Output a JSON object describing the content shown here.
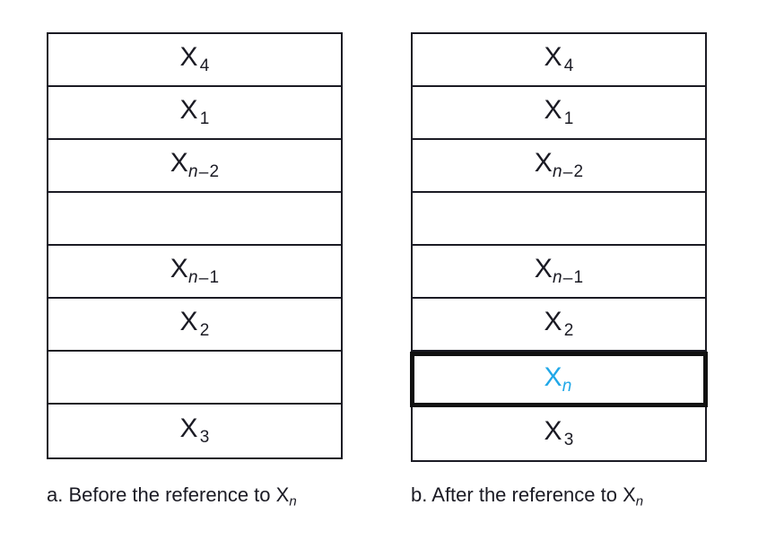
{
  "figure": {
    "title": "LRU memory page reference diagram",
    "background_color": "#ffffff",
    "line_color": "#1b1b24",
    "text_color": "#1b1b24",
    "accent_color": "#21a8e8",
    "highlight_border_color": "#111111"
  },
  "panels": [
    {
      "id": "a",
      "caption_prefix": "a.",
      "caption_text": "Before the reference to",
      "caption_symbol_base": "X",
      "caption_symbol_sub": "n",
      "rows": [
        {
          "base": "X",
          "sub_var": "",
          "sub_op": "",
          "sub_num": "4",
          "empty": false,
          "highlight": false
        },
        {
          "base": "X",
          "sub_var": "",
          "sub_op": "",
          "sub_num": "1",
          "empty": false,
          "highlight": false
        },
        {
          "base": "X",
          "sub_var": "n",
          "sub_op": "–",
          "sub_num": "2",
          "empty": false,
          "highlight": false
        },
        {
          "base": "",
          "sub_var": "",
          "sub_op": "",
          "sub_num": "",
          "empty": true,
          "highlight": false
        },
        {
          "base": "X",
          "sub_var": "n",
          "sub_op": "–",
          "sub_num": "1",
          "empty": false,
          "highlight": false
        },
        {
          "base": "X",
          "sub_var": "",
          "sub_op": "",
          "sub_num": "2",
          "empty": false,
          "highlight": false
        },
        {
          "base": "",
          "sub_var": "",
          "sub_op": "",
          "sub_num": "",
          "empty": true,
          "highlight": false
        },
        {
          "base": "X",
          "sub_var": "",
          "sub_op": "",
          "sub_num": "3",
          "empty": false,
          "highlight": false
        }
      ]
    },
    {
      "id": "b",
      "caption_prefix": "b.",
      "caption_text": "After the reference to",
      "caption_symbol_base": "X",
      "caption_symbol_sub": "n",
      "rows": [
        {
          "base": "X",
          "sub_var": "",
          "sub_op": "",
          "sub_num": "4",
          "empty": false,
          "highlight": false
        },
        {
          "base": "X",
          "sub_var": "",
          "sub_op": "",
          "sub_num": "1",
          "empty": false,
          "highlight": false
        },
        {
          "base": "X",
          "sub_var": "n",
          "sub_op": "–",
          "sub_num": "2",
          "empty": false,
          "highlight": false
        },
        {
          "base": "",
          "sub_var": "",
          "sub_op": "",
          "sub_num": "",
          "empty": true,
          "highlight": false
        },
        {
          "base": "X",
          "sub_var": "n",
          "sub_op": "–",
          "sub_num": "1",
          "empty": false,
          "highlight": false
        },
        {
          "base": "X",
          "sub_var": "",
          "sub_op": "",
          "sub_num": "2",
          "empty": false,
          "highlight": false
        },
        {
          "base": "X",
          "sub_var": "n",
          "sub_op": "",
          "sub_num": "",
          "empty": false,
          "highlight": true
        },
        {
          "base": "X",
          "sub_var": "",
          "sub_op": "",
          "sub_num": "3",
          "empty": false,
          "highlight": false
        }
      ]
    }
  ]
}
